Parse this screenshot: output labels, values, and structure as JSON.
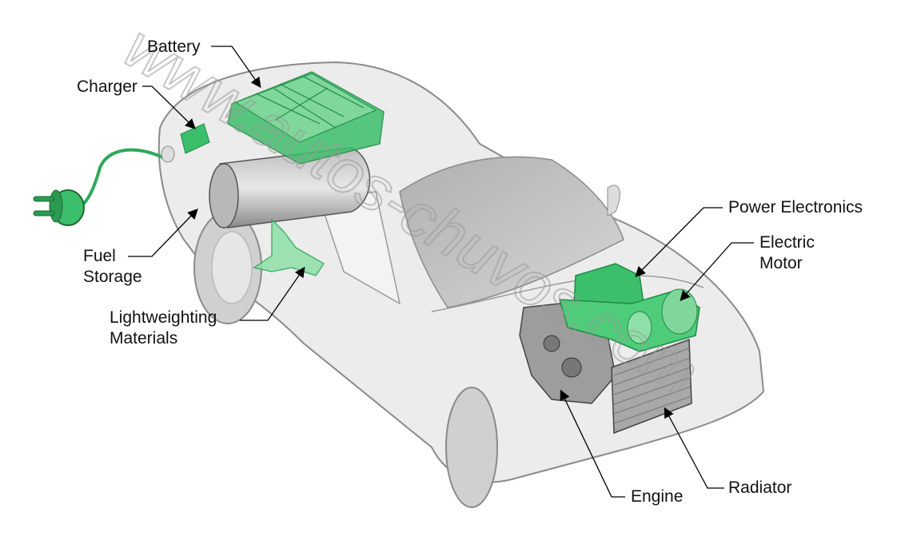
{
  "title": "Plug-in hybrid vehicle components",
  "labels": {
    "battery": "Battery",
    "charger": "Charger",
    "fuel_storage_1": "Fuel",
    "fuel_storage_2": "Storage",
    "lightweighting_1": "Lightweighting",
    "lightweighting_2": "Materials",
    "power_electronics": "Power Electronics",
    "electric_motor_1": "Electric",
    "electric_motor_2": "Motor",
    "engine": "Engine",
    "radiator": "Radiator"
  },
  "watermark": "www.autos-chuvos.com",
  "colors": {
    "component_green": "#3cbf6a",
    "body": "#ececec",
    "outline": "#8a8a8a"
  }
}
